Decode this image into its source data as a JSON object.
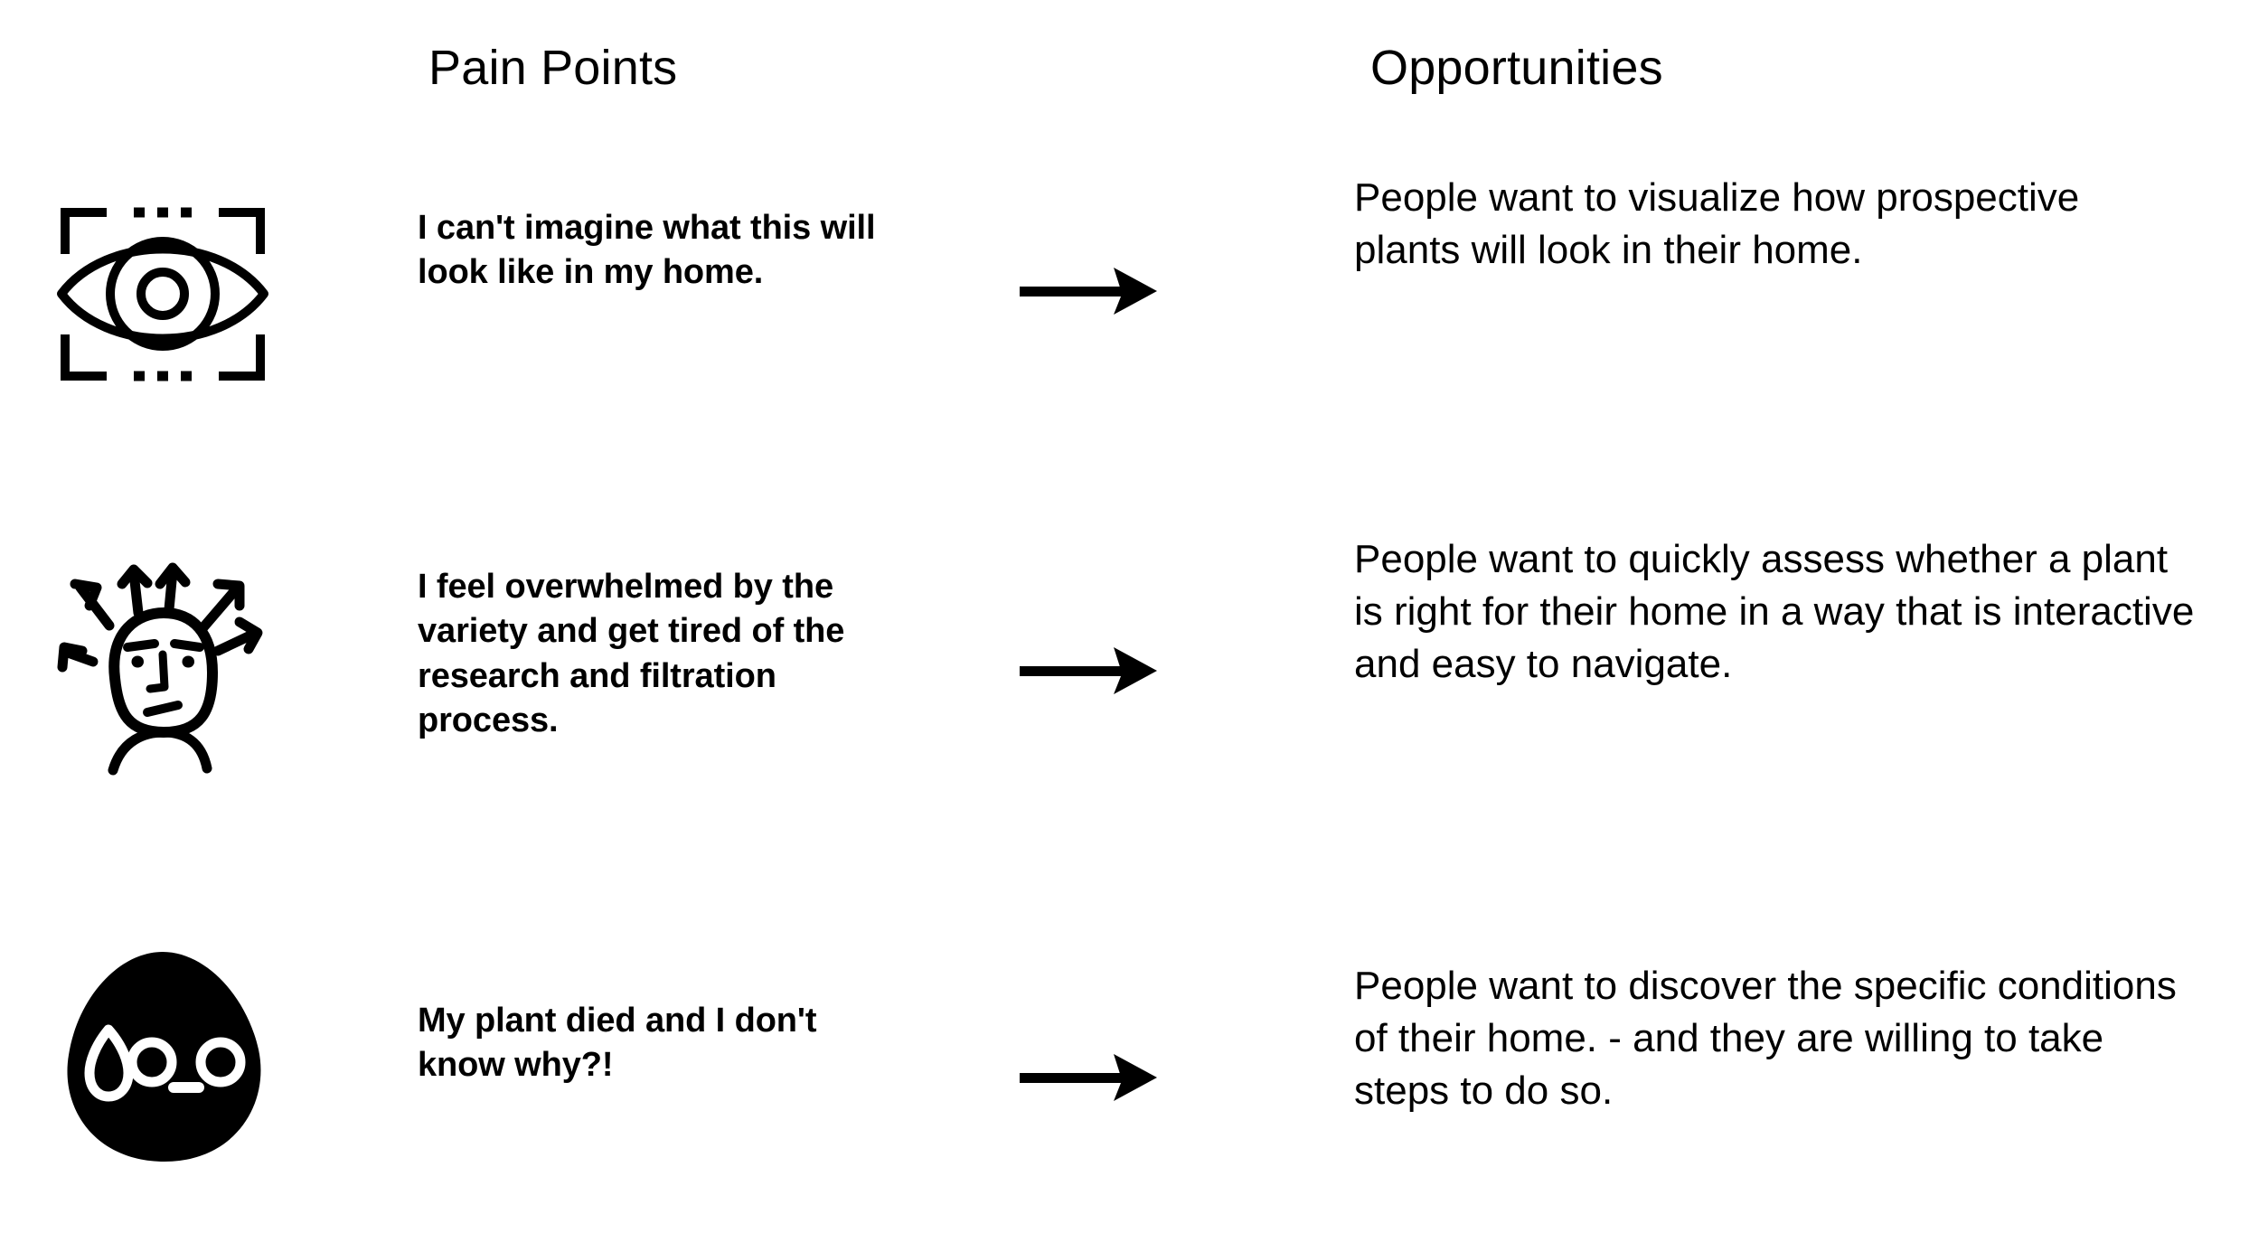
{
  "headers": {
    "pain_points": "Pain Points",
    "opportunities": "Opportunities"
  },
  "colors": {
    "background": "#ffffff",
    "text": "#000000",
    "icon_stroke": "#000000",
    "blob_fill": "#000000",
    "blob_face": "#ffffff"
  },
  "rows": [
    {
      "icon_name": "eye-scan-icon",
      "pain_point": "I can't imagine what this will look like in my home.",
      "connector": "arrow-right-icon",
      "opportunity": "People want to visualize how prospective plants will look in their home."
    },
    {
      "icon_name": "overwhelmed-face-icon",
      "pain_point": "I feel overwhelmed by the variety and get tired of the research and filtration process.",
      "connector": "arrow-right-icon",
      "opportunity": "People want to quickly assess whether a plant is right for their home in a way that is interactive and easy to navigate."
    },
    {
      "icon_name": "sweating-blob-face-icon",
      "pain_point": "My plant died and I don't know why?!",
      "connector": "arrow-right-icon",
      "opportunity": "People want to discover the specific conditions of their home. - and they are willing to take steps to do so."
    }
  ]
}
